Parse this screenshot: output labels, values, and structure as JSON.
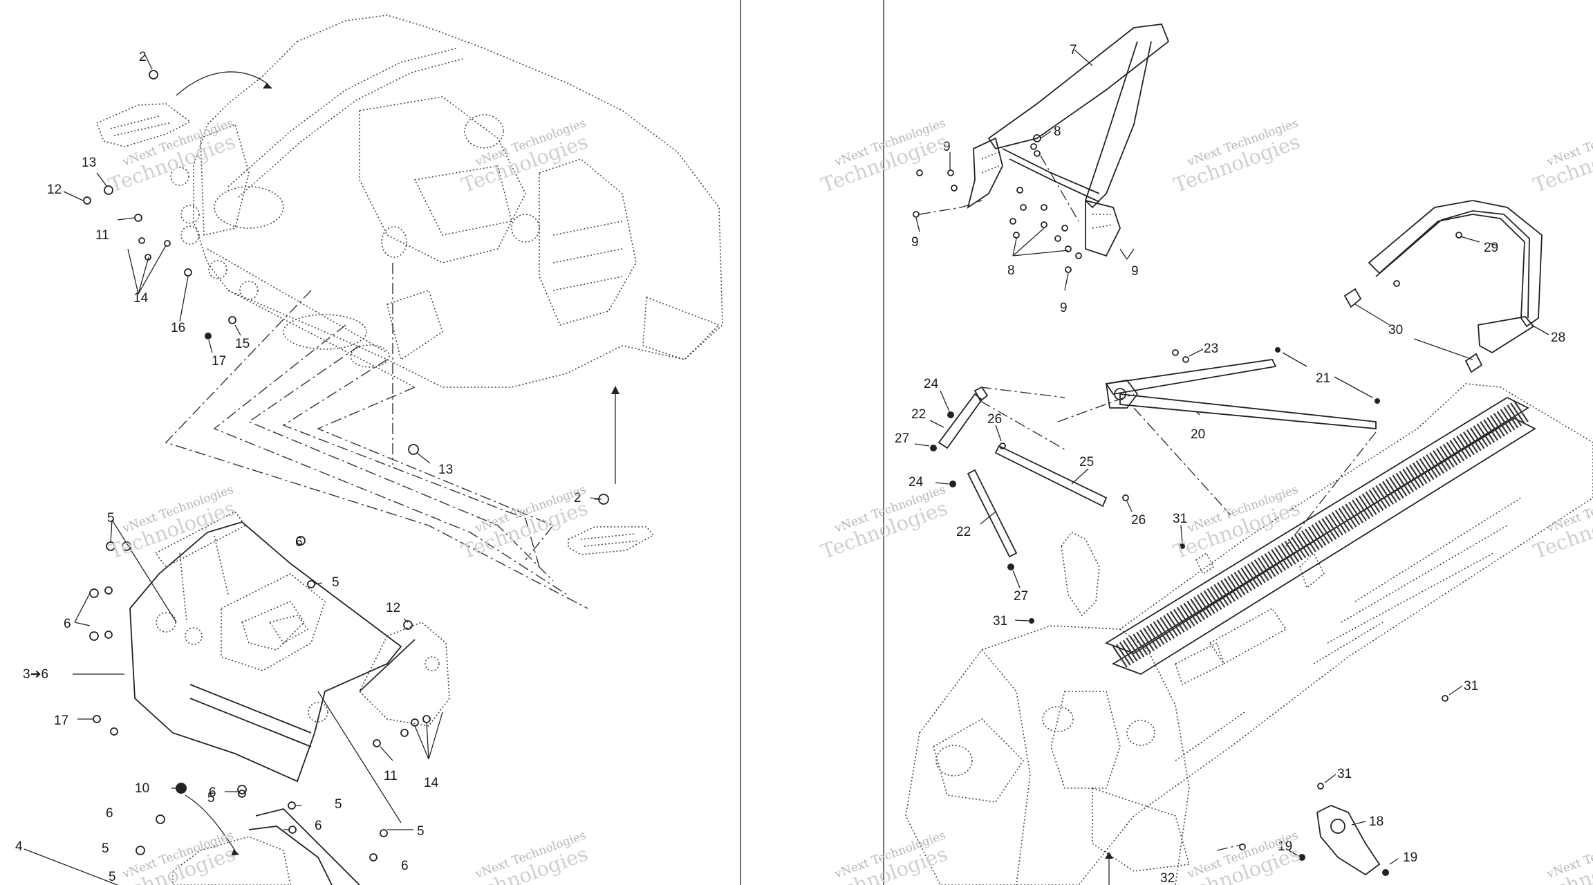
{
  "watermark": {
    "line1": "vNext Technologies",
    "line2": "Technologies"
  },
  "callouts": [
    {
      "id": "c2a",
      "text": "2"
    },
    {
      "id": "c13a",
      "text": "13"
    },
    {
      "id": "c12a",
      "text": "12"
    },
    {
      "id": "c11a",
      "text": "11"
    },
    {
      "id": "c14a",
      "text": "14"
    },
    {
      "id": "c16",
      "text": "16"
    },
    {
      "id": "c15",
      "text": "15"
    },
    {
      "id": "c17a",
      "text": "17"
    },
    {
      "id": "c13b",
      "text": "13"
    },
    {
      "id": "c2b",
      "text": "2"
    },
    {
      "id": "c5a",
      "text": "5"
    },
    {
      "id": "c6a",
      "text": "6"
    },
    {
      "id": "c5b",
      "text": "5"
    },
    {
      "id": "c6b",
      "text": "6"
    },
    {
      "id": "c36",
      "text": "3➔6"
    },
    {
      "id": "c12b",
      "text": "12"
    },
    {
      "id": "c17b",
      "text": "17"
    },
    {
      "id": "c11b",
      "text": "11"
    },
    {
      "id": "c14b",
      "text": "14"
    },
    {
      "id": "c10",
      "text": "10"
    },
    {
      "id": "c6c",
      "text": "6"
    },
    {
      "id": "c6d",
      "text": "6"
    },
    {
      "id": "c5c",
      "text": "5"
    },
    {
      "id": "c5d",
      "text": "5"
    },
    {
      "id": "c6e",
      "text": "6"
    },
    {
      "id": "c5e",
      "text": "5"
    },
    {
      "id": "c5f",
      "text": "5"
    },
    {
      "id": "c6f",
      "text": "6"
    },
    {
      "id": "c4",
      "text": "4"
    },
    {
      "id": "c5g",
      "text": "5"
    },
    {
      "id": "c7",
      "text": "7"
    },
    {
      "id": "c8a",
      "text": "8"
    },
    {
      "id": "c9a",
      "text": "9"
    },
    {
      "id": "c9b",
      "text": "9"
    },
    {
      "id": "c8b",
      "text": "8"
    },
    {
      "id": "c9c",
      "text": "9"
    },
    {
      "id": "c9d",
      "text": "9"
    },
    {
      "id": "c29",
      "text": "29"
    },
    {
      "id": "c30",
      "text": "30"
    },
    {
      "id": "c28",
      "text": "28"
    },
    {
      "id": "c23",
      "text": "23"
    },
    {
      "id": "c21",
      "text": "21"
    },
    {
      "id": "c24a",
      "text": "24"
    },
    {
      "id": "c22a",
      "text": "22"
    },
    {
      "id": "c27a",
      "text": "27"
    },
    {
      "id": "c26a",
      "text": "26"
    },
    {
      "id": "c20",
      "text": "20"
    },
    {
      "id": "c25",
      "text": "25"
    },
    {
      "id": "c24b",
      "text": "24"
    },
    {
      "id": "c26b",
      "text": "26"
    },
    {
      "id": "c31a",
      "text": "31"
    },
    {
      "id": "c22b",
      "text": "22"
    },
    {
      "id": "c27b",
      "text": "27"
    },
    {
      "id": "c31b",
      "text": "31"
    },
    {
      "id": "c31c",
      "text": "31"
    },
    {
      "id": "c31d",
      "text": "31"
    },
    {
      "id": "c18",
      "text": "18"
    },
    {
      "id": "c19a",
      "text": "19"
    },
    {
      "id": "c19b",
      "text": "19"
    },
    {
      "id": "c32",
      "text": "32"
    }
  ]
}
